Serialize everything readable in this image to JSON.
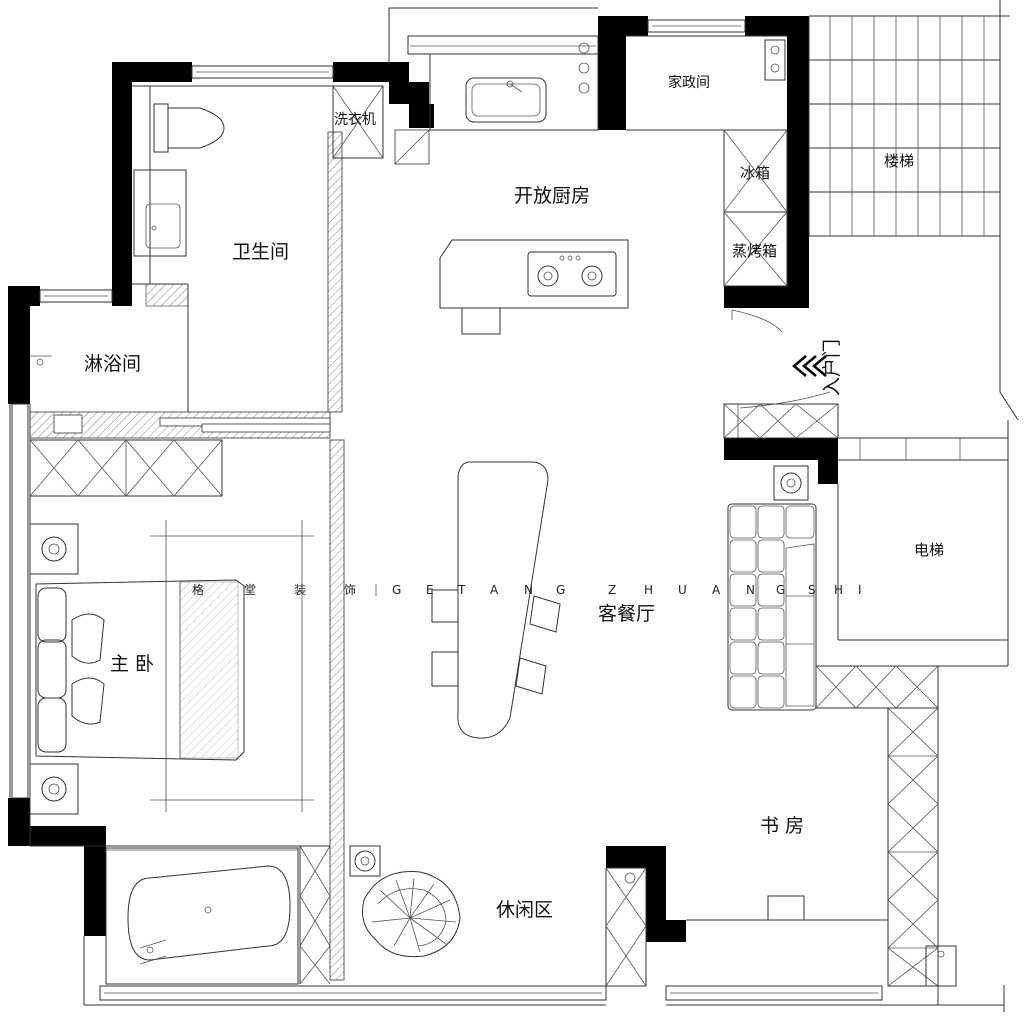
{
  "rooms": {
    "laundry": "洗衣机",
    "housekeeping": "家政间",
    "open_kitchen": "开放厨房",
    "stairs": "楼梯",
    "fridge": "冰箱",
    "steam_oven": "蒸烤箱",
    "bathroom": "卫生间",
    "shower": "淋浴间",
    "entrance": "入户门",
    "elevator": "电梯",
    "living_dining": "客餐厅",
    "master_bedroom": "主 卧",
    "study": "书 房",
    "leisure": "休闲区"
  },
  "watermark": {
    "cn": [
      "格",
      "堂",
      "装",
      "饰"
    ],
    "en": [
      "G",
      "E",
      "T",
      "A",
      "N",
      "G",
      "Z",
      "H",
      "U",
      "A",
      "N",
      "G",
      "S",
      "H",
      "I"
    ]
  }
}
